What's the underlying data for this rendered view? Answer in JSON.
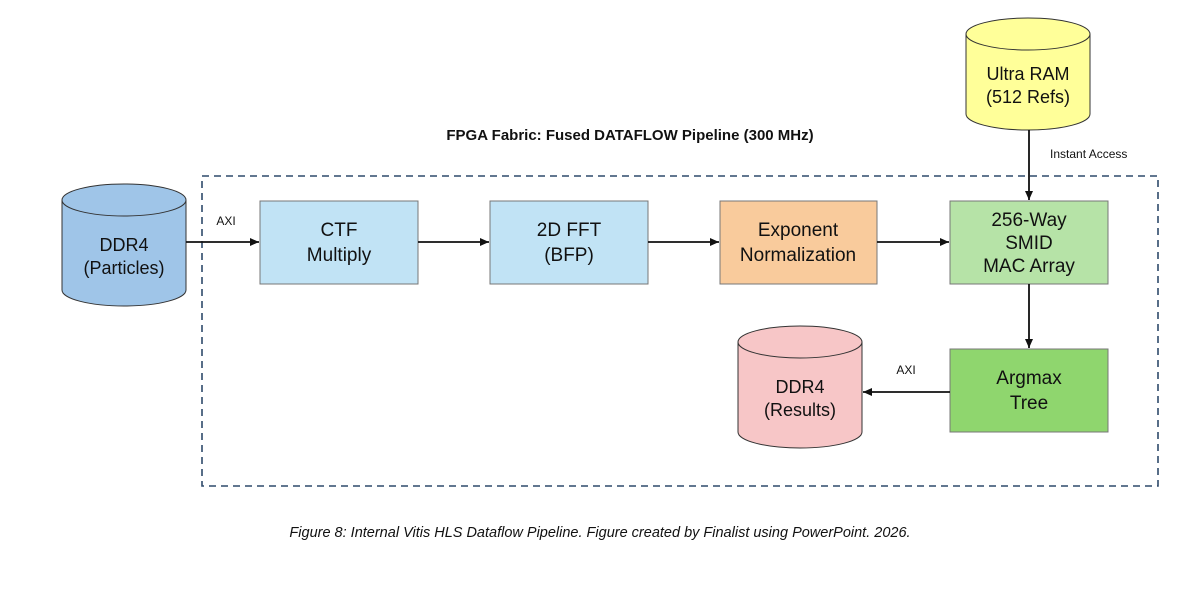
{
  "fabric_title": "FPGA Fabric: Fused DATAFLOW Pipeline (300 MHz)",
  "nodes": {
    "ddr4_particles": {
      "line1": "DDR4",
      "line2": "(Particles)",
      "color": "#9fc5e8"
    },
    "ctf_multiply": {
      "line1": "CTF",
      "line2": "Multiply",
      "color": "#c1e3f5"
    },
    "fft_2d": {
      "line1": "2D FFT",
      "line2": "(BFP)",
      "color": "#c1e3f5"
    },
    "exponent_norm": {
      "line1": "Exponent",
      "line2": "Normalization",
      "color": "#f9cb9c"
    },
    "mac_array": {
      "line1": "256-Way",
      "line2": "SMID",
      "line3": "MAC Array",
      "color": "#b6e3a7"
    },
    "ultra_ram": {
      "line1": "Ultra RAM",
      "line2": "(512 Refs)",
      "color": "#ffff99"
    },
    "argmax_tree": {
      "line1": "Argmax",
      "line2": "Tree",
      "color": "#8fd66e"
    },
    "ddr4_results": {
      "line1": "DDR4",
      "line2": "(Results)",
      "color": "#f7c6c7"
    }
  },
  "edges": {
    "axi_in": "AXI",
    "axi_out": "AXI",
    "instant_access": "Instant Access"
  },
  "caption": "Figure 8: Internal Vitis HLS Dataflow Pipeline. Figure created by Finalist using PowerPoint. 2026."
}
